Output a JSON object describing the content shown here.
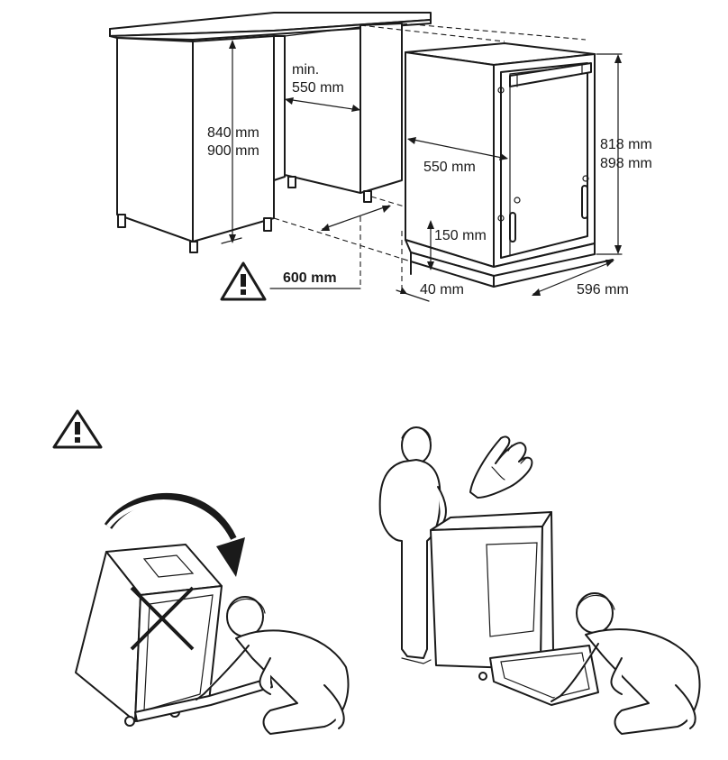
{
  "dimensions": {
    "cabinet_height_1": "840 mm",
    "cabinet_height_2": "900 mm",
    "niche_width_prefix": "min.",
    "niche_width_value": "550 mm",
    "appliance_height_1": "818 mm",
    "appliance_height_2": "898 mm",
    "appliance_depth": "550 mm",
    "plinth_height": "150 mm",
    "plinth_gap": "40 mm",
    "appliance_width": "596 mm",
    "door_clearance": "600 mm"
  },
  "icons": {
    "warning_top": "warning-triangle-icon",
    "warning_bottom": "warning-triangle-icon",
    "prohibited": "cross-icon",
    "rotation_arrow": "curved-arrow-icon",
    "hand": "pointing-hand-icon"
  }
}
